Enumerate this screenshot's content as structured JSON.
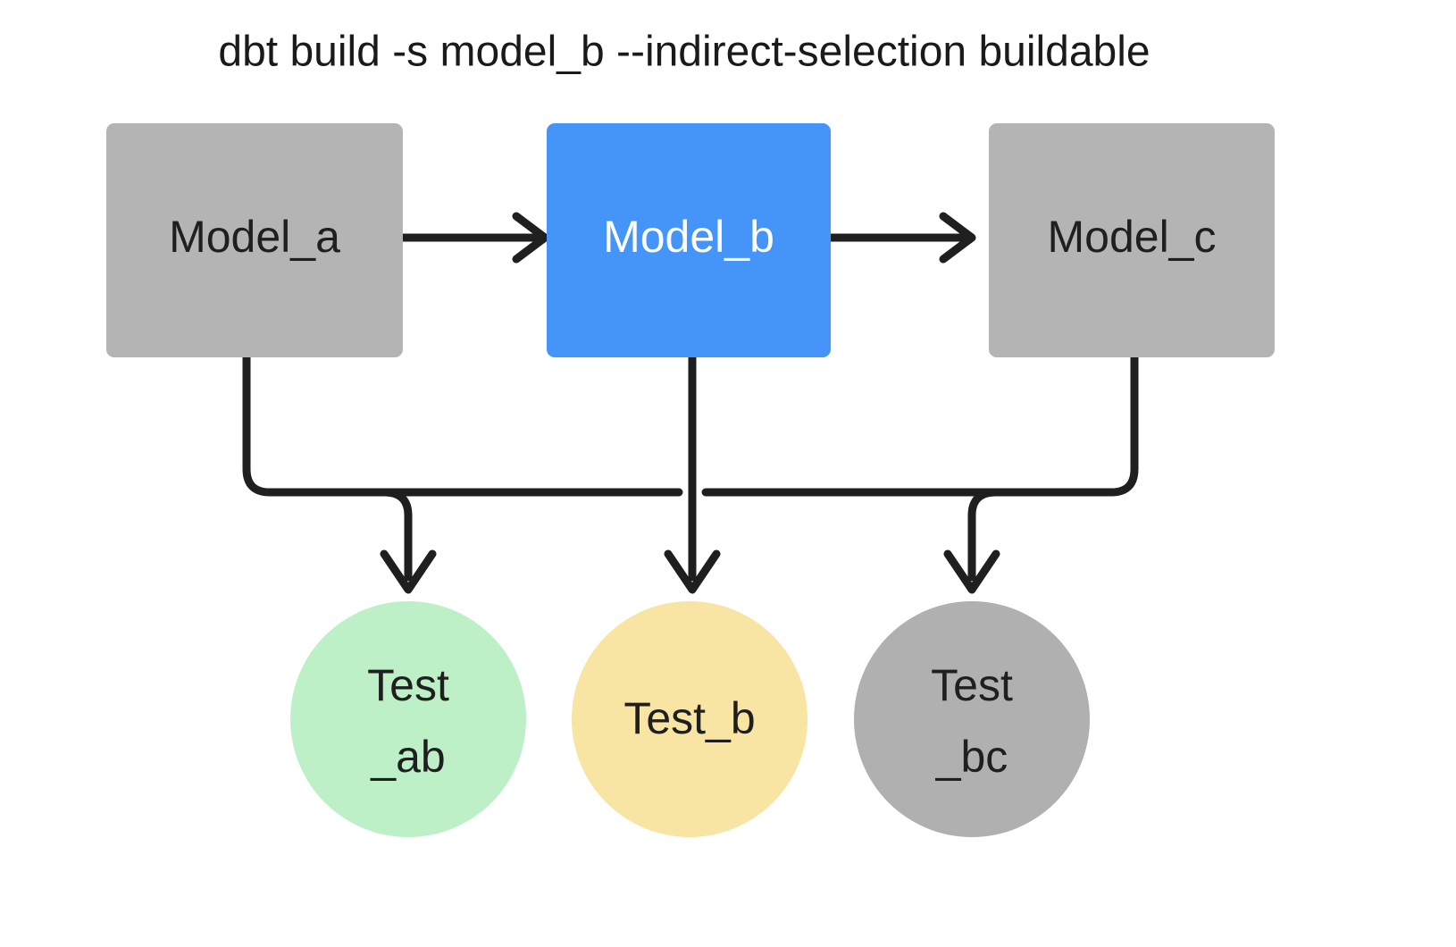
{
  "title": "dbt build -s model_b --indirect-selection buildable",
  "colors": {
    "background": "#ffffff",
    "gray_node": "#b4b4b4",
    "selected_blue": "#4594f8",
    "test_green": "#bdf0c7",
    "test_yellow": "#f8e5a3",
    "test_gray": "#b0b0b0",
    "edge": "#1f1f1f",
    "text_dark": "#1f1f1f",
    "text_light": "#ffffff"
  },
  "nodes": {
    "models": [
      {
        "id": "model_a",
        "label": "Model_a",
        "shape": "rect",
        "state": "not-selected",
        "fill": "#b4b4b4",
        "text_color": "#1f1f1f"
      },
      {
        "id": "model_b",
        "label": "Model_b",
        "shape": "rect",
        "state": "selected",
        "fill": "#4594f8",
        "text_color": "#ffffff"
      },
      {
        "id": "model_c",
        "label": "Model_c",
        "shape": "rect",
        "state": "not-selected",
        "fill": "#b4b4b4",
        "text_color": "#1f1f1f"
      }
    ],
    "tests": [
      {
        "id": "test_ab",
        "label_line1": "Test",
        "label_line2": "_ab",
        "shape": "circle",
        "state": "selected",
        "fill": "#bdf0c7",
        "text_color": "#1f1f1f"
      },
      {
        "id": "test_b",
        "label_line1": "Test_b",
        "label_line2": "",
        "shape": "circle",
        "state": "selected",
        "fill": "#f8e5a3",
        "text_color": "#1f1f1f"
      },
      {
        "id": "test_bc",
        "label_line1": "Test",
        "label_line2": "_bc",
        "shape": "circle",
        "state": "not-selected",
        "fill": "#b0b0b0",
        "text_color": "#1f1f1f"
      }
    ]
  },
  "edges": [
    {
      "id": "a-to-b",
      "from": "model_a",
      "to": "model_b",
      "style": "straight-arrow"
    },
    {
      "id": "b-to-c",
      "from": "model_b",
      "to": "model_c",
      "style": "straight-arrow"
    },
    {
      "id": "a-to-test-ab",
      "from": "model_a",
      "to": "test_ab",
      "style": "elbow-arrow"
    },
    {
      "id": "b-to-test-ab",
      "from": "model_b",
      "to": "test_ab",
      "style": "elbow-arrow"
    },
    {
      "id": "b-to-test-b",
      "from": "model_b",
      "to": "test_b",
      "style": "straight-arrow"
    },
    {
      "id": "b-to-test-bc",
      "from": "model_b",
      "to": "test_bc",
      "style": "elbow-arrow"
    },
    {
      "id": "c-to-test-bc",
      "from": "model_c",
      "to": "test_bc",
      "style": "elbow-arrow"
    }
  ]
}
